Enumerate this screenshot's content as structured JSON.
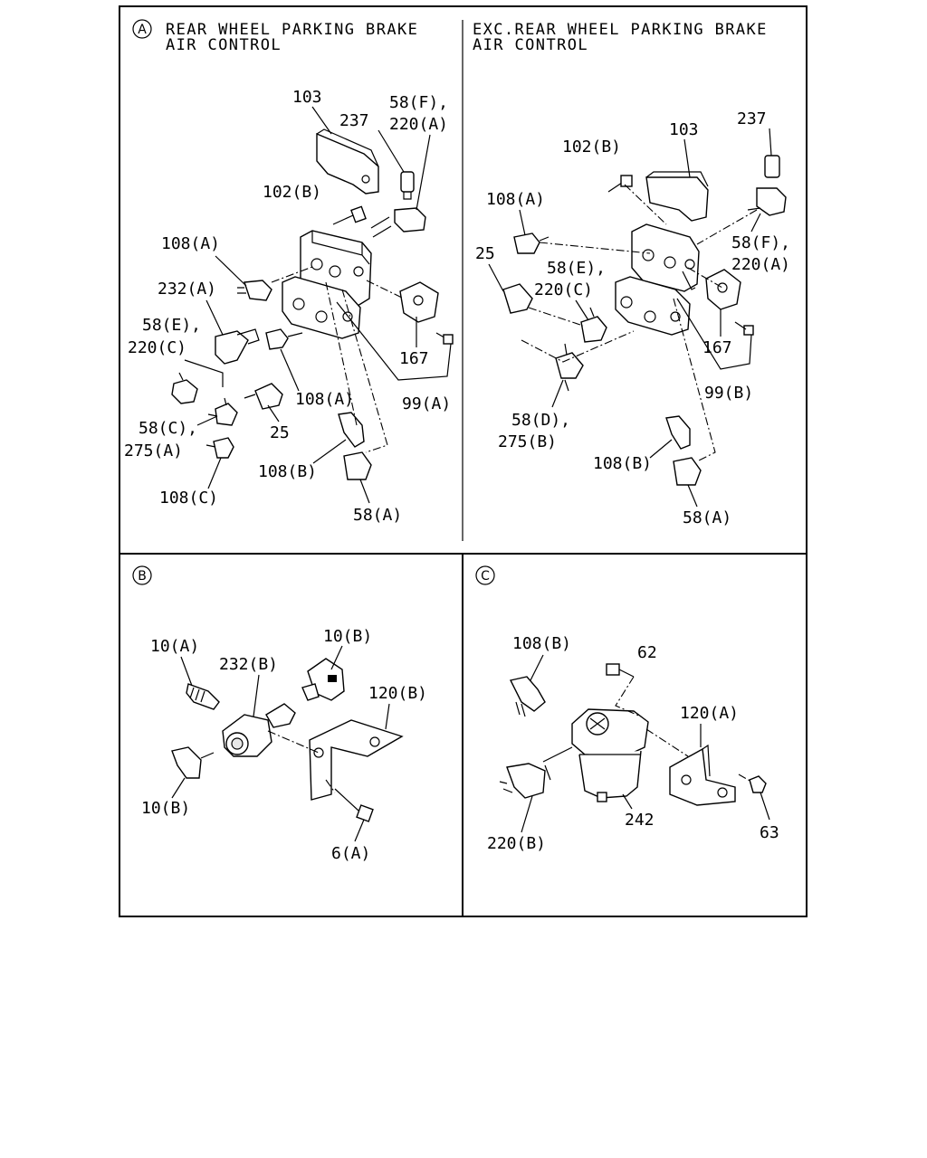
{
  "panels": {
    "a_left": {
      "marker": "A",
      "title_line1": "REAR WHEEL PARKING BRAKE",
      "title_line2": "AIR CONTROL",
      "labels": [
        "103",
        "58(F),",
        "220(A)",
        "237",
        "102(B)",
        "108(A)",
        "232(A)",
        "58(E),",
        "220(C)",
        "167",
        "99(A)",
        "108(A)",
        "25",
        "58(C),",
        "275(A)",
        "108(C)",
        "108(B)",
        "58(A)"
      ]
    },
    "a_right": {
      "title_line1": "EXC.REAR WHEEL PARKING BRAKE",
      "title_line2": "AIR CONTROL",
      "labels": [
        "237",
        "103",
        "102(B)",
        "108(A)",
        "25",
        "58(E),",
        "220(C)",
        "58(F),",
        "220(A)",
        "167",
        "99(B)",
        "58(D),",
        "275(B)",
        "108(B)",
        "58(A)"
      ]
    },
    "b": {
      "marker": "B",
      "labels": [
        "10(B)",
        "10(A)",
        "232(B)",
        "120(B)",
        "10(B)",
        "6(A)"
      ]
    },
    "c": {
      "marker": "C",
      "labels": [
        "108(B)",
        "62",
        "120(A)",
        "242",
        "220(B)",
        "63"
      ]
    }
  }
}
